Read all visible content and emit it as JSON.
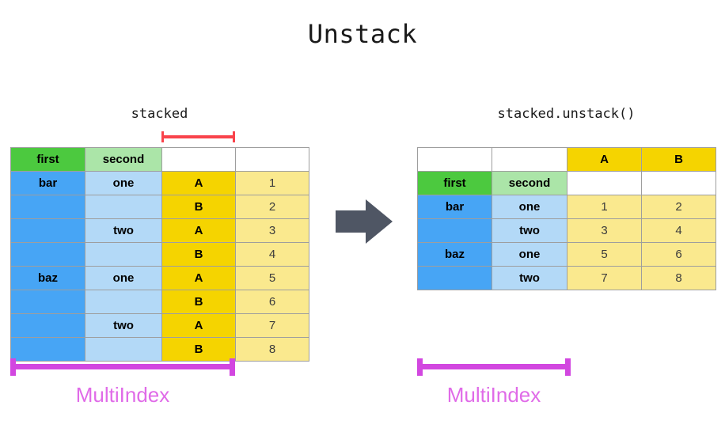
{
  "title": "Unstack",
  "colors": {
    "index_level0": "#4CC93F",
    "index_level1": "#ABE5A8",
    "index_value0": "#47A5F5",
    "index_value1": "#B3D9F7",
    "column_header": "#F5D400",
    "cell_value": "#FAE98E",
    "stack_marker": "#F9434B",
    "multiindex_marker": "#D247E0",
    "arrow": "#4F5664"
  },
  "left": {
    "caption": "stacked",
    "index_names": {
      "level0": "first",
      "level1": "second"
    },
    "rows": [
      {
        "first": "bar",
        "second": "one",
        "inner": "A",
        "value": "1"
      },
      {
        "first": "",
        "second": "",
        "inner": "B",
        "value": "2"
      },
      {
        "first": "",
        "second": "two",
        "inner": "A",
        "value": "3"
      },
      {
        "first": "",
        "second": "",
        "inner": "B",
        "value": "4"
      },
      {
        "first": "baz",
        "second": "one",
        "inner": "A",
        "value": "5"
      },
      {
        "first": "",
        "second": "",
        "inner": "B",
        "value": "6"
      },
      {
        "first": "",
        "second": "two",
        "inner": "A",
        "value": "7"
      },
      {
        "first": "",
        "second": "",
        "inner": "B",
        "value": "8"
      }
    ],
    "multiindex_label": "MultiIndex"
  },
  "right": {
    "caption": "stacked.unstack()",
    "columns": [
      "A",
      "B"
    ],
    "index_names": {
      "level0": "first",
      "level1": "second"
    },
    "rows": [
      {
        "first": "bar",
        "second": "one",
        "A": "1",
        "B": "2"
      },
      {
        "first": "",
        "second": "two",
        "A": "3",
        "B": "4"
      },
      {
        "first": "baz",
        "second": "one",
        "A": "5",
        "B": "6"
      },
      {
        "first": "",
        "second": "two",
        "A": "7",
        "B": "8"
      }
    ],
    "multiindex_label": "MultiIndex"
  }
}
